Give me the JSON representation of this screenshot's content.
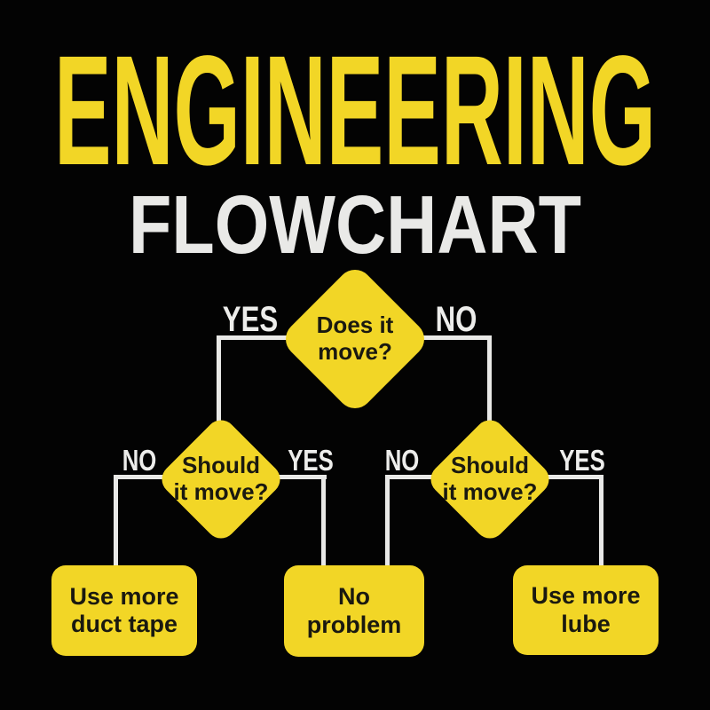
{
  "header": {
    "title": "ENGINEERING",
    "subtitle": "FLOWCHART"
  },
  "colors": {
    "background": "#030303",
    "yellow": "#F2D626",
    "line": "#E9E9E7",
    "label": "#EDEDEB",
    "dark_text": "#1A1910"
  },
  "flowchart": {
    "nodes": {
      "does_it_move": {
        "type": "decision",
        "label": "Does it\nmove?"
      },
      "should_it_move_left": {
        "type": "decision",
        "label": "Should\nit move?"
      },
      "should_it_move_right": {
        "type": "decision",
        "label": "Should\nit move?"
      },
      "use_more_duct_tape": {
        "type": "action",
        "label": "Use more\nduct tape"
      },
      "no_problem": {
        "type": "action",
        "label": "No\nproblem"
      },
      "use_more_lube": {
        "type": "action",
        "label": "Use more\nlube"
      }
    },
    "edges": [
      {
        "from": "does_it_move",
        "answer": "YES",
        "to": "should_it_move_left"
      },
      {
        "from": "does_it_move",
        "answer": "NO",
        "to": "should_it_move_right"
      },
      {
        "from": "should_it_move_left",
        "answer": "NO",
        "to": "use_more_duct_tape"
      },
      {
        "from": "should_it_move_left",
        "answer": "YES",
        "to": "no_problem"
      },
      {
        "from": "should_it_move_right",
        "answer": "NO",
        "to": "no_problem"
      },
      {
        "from": "should_it_move_right",
        "answer": "YES",
        "to": "use_more_lube"
      }
    ]
  }
}
